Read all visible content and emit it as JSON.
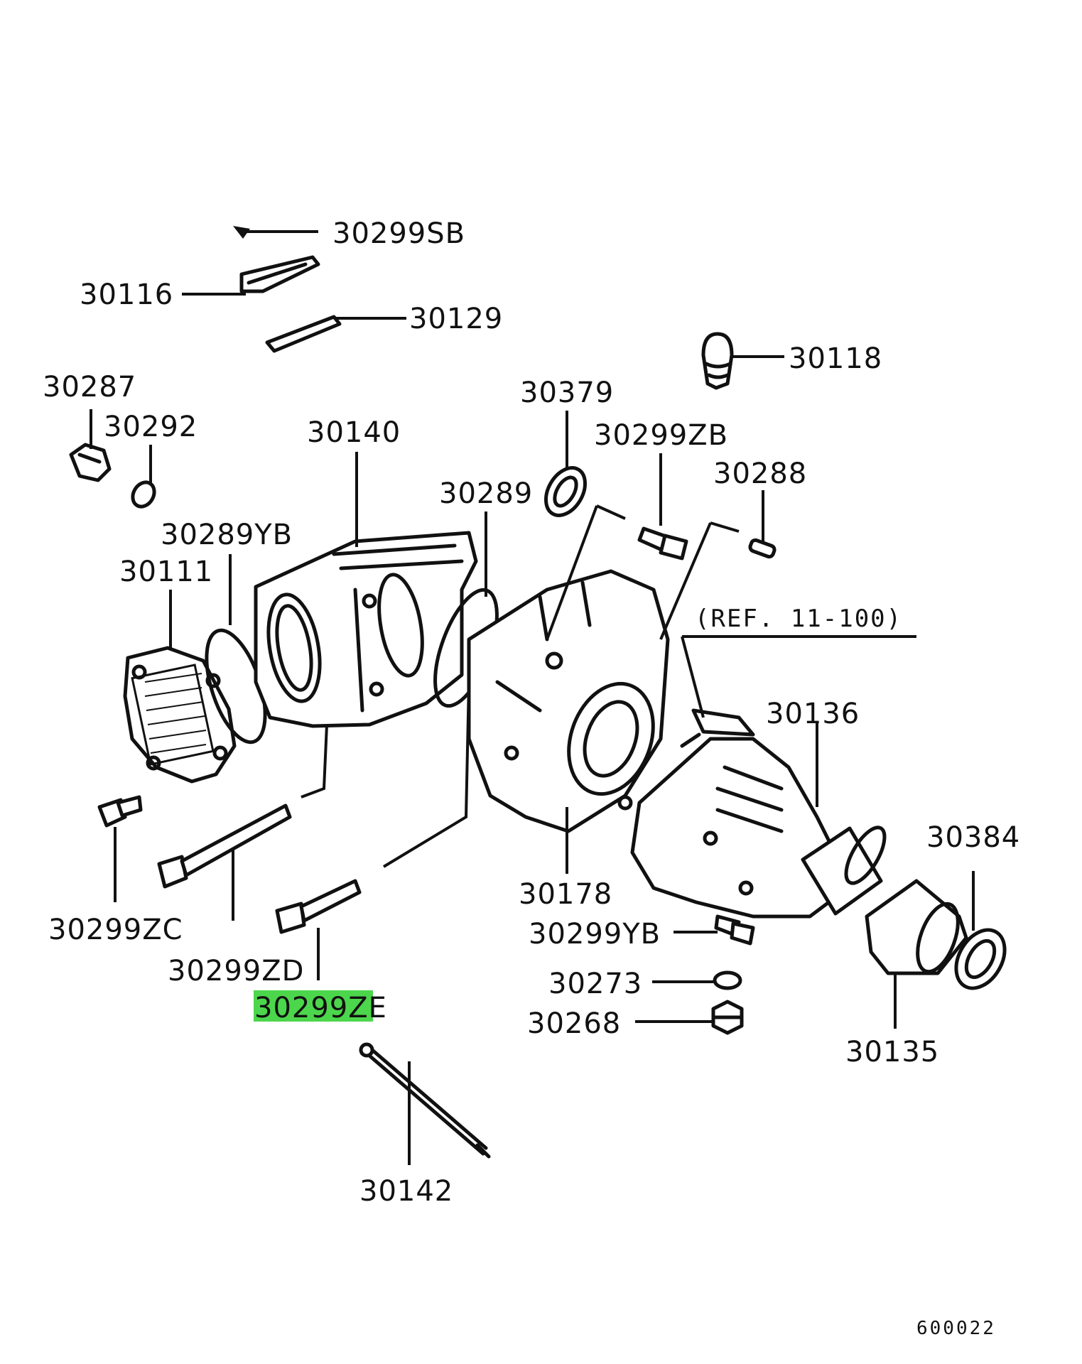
{
  "diagram": {
    "highlight_color": "#4cd64c",
    "reference_note": "(REF. 11-100)",
    "drawing_code": "600022",
    "callouts": [
      {
        "id": "30299SB"
      },
      {
        "id": "30116"
      },
      {
        "id": "30129"
      },
      {
        "id": "30118"
      },
      {
        "id": "30287"
      },
      {
        "id": "30292"
      },
      {
        "id": "30140"
      },
      {
        "id": "30379"
      },
      {
        "id": "30299ZB"
      },
      {
        "id": "30288"
      },
      {
        "id": "30289"
      },
      {
        "id": "30289YB"
      },
      {
        "id": "30111"
      },
      {
        "id": "30136"
      },
      {
        "id": "30384"
      },
      {
        "id": "30178"
      },
      {
        "id": "30299YB"
      },
      {
        "id": "30273"
      },
      {
        "id": "30268"
      },
      {
        "id": "30135"
      },
      {
        "id": "30299ZC"
      },
      {
        "id": "30299ZD"
      },
      {
        "id": "30299ZE",
        "highlighted": true
      },
      {
        "id": "30142"
      }
    ]
  }
}
